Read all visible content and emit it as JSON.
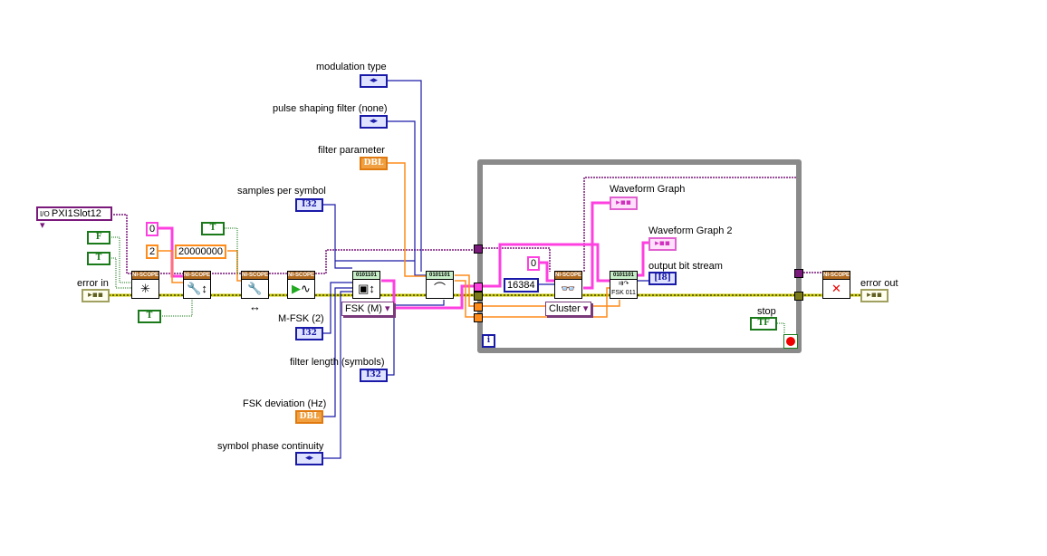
{
  "labels": {
    "modulation_type": "modulation type",
    "pulse_filter": "pulse shaping filter (none)",
    "filter_param": "filter parameter",
    "samples_per_symbol": "samples per symbol",
    "error_in": "error in",
    "mfsk": "M-FSK (2)",
    "filter_length": "filter length (symbols)",
    "fsk_dev": "FSK deviation (Hz)",
    "phase_cont": "symbol phase continuity",
    "wg1": "Waveform Graph",
    "wg2": "Waveform Graph 2",
    "obs": "output bit stream",
    "stop": "stop",
    "error_out": "error out"
  },
  "constants": {
    "resource": "PXI1Slot12",
    "zero1": "0",
    "two": "2",
    "rate": "20000000",
    "zero2": "0",
    "records": "16384",
    "fsk_m": "FSK (M)",
    "cluster": "Cluster",
    "loop_i": "i"
  },
  "types": {
    "i32": "I32",
    "dbl": "DBL",
    "i8": "I8",
    "tf": "TF",
    "t": "T",
    "f": "F"
  },
  "vi": {
    "niscope": "NI-SCOPE",
    "bits": "0101101",
    "fsk": "FSK"
  },
  "colors": {
    "error_wire": "#c8c800",
    "session_wire": "#7a1a7a",
    "waveform_wire": "#ff40e0",
    "int_wire": "#1a1aa8",
    "dbl_wire": "#ff8c1a",
    "bool_wire": "#1a7a1a"
  }
}
